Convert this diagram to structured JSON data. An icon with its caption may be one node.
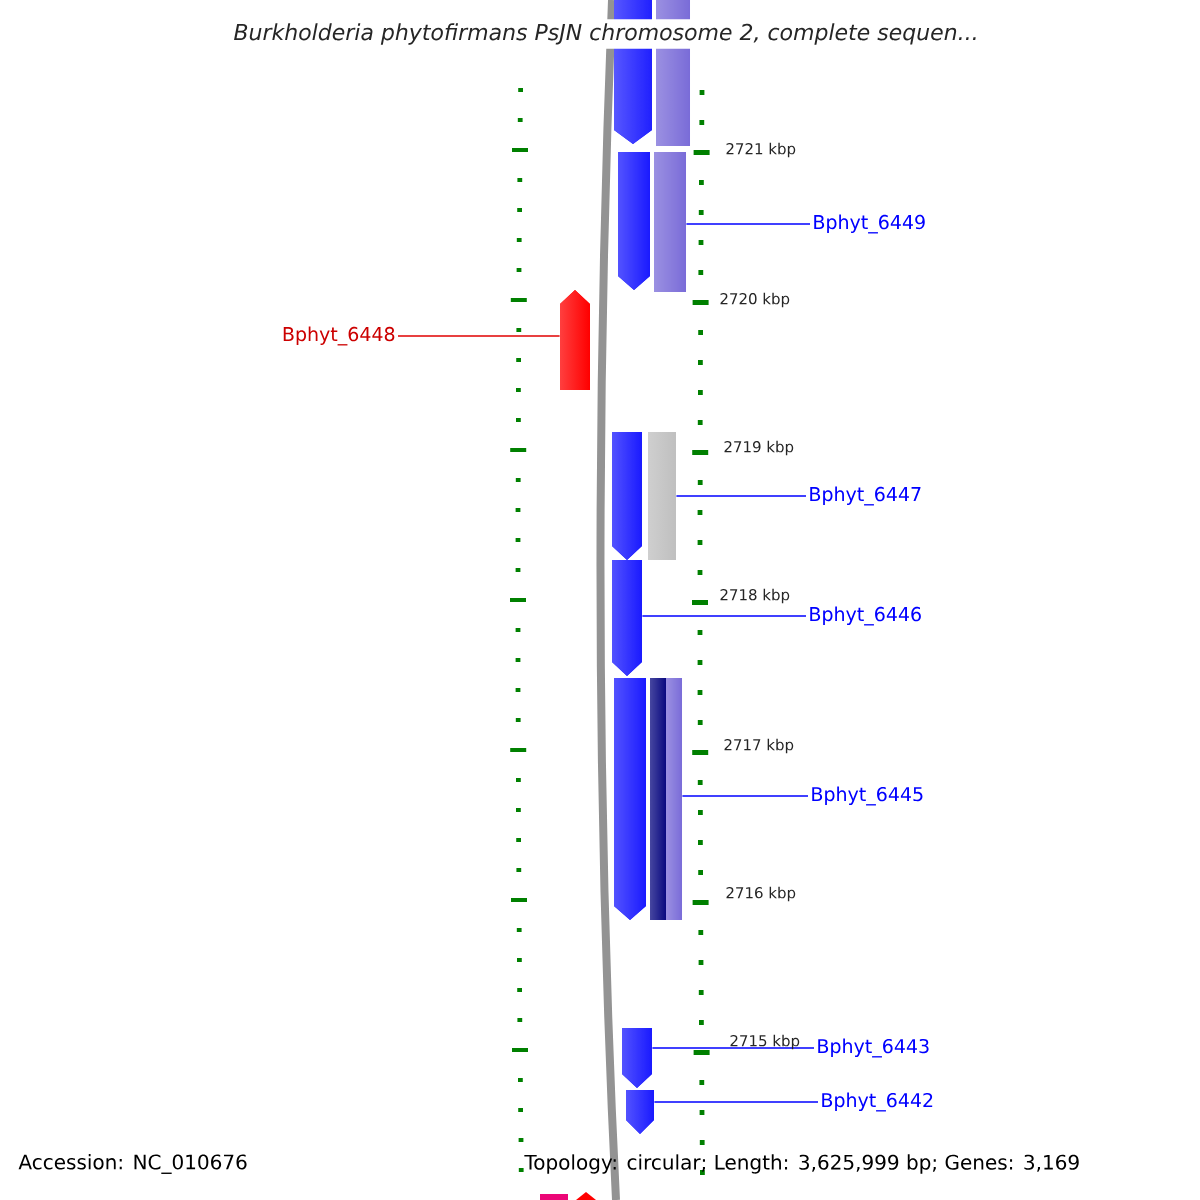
{
  "diagram": {
    "title": "Burkholderia phytofirmans PsJN chromosome 2, complete sequen...",
    "nodes": [
      {
        "text": [
          "Bphyt_6449"
        ]
      },
      {
        "text": [
          "Bphyt_6448"
        ]
      },
      {
        "text": [
          "Bphyt_6447"
        ]
      },
      {
        "text": [
          "Bphyt_6446"
        ]
      },
      {
        "text": [
          "Bphyt_6445"
        ]
      },
      {
        "text": [
          "Bphyt_6443"
        ]
      },
      {
        "text": [
          "Bphyt_6442"
        ]
      },
      {
        "text": [],
        "shape": "pentagon"
      },
      {
        "text": [],
        "shape": "bar"
      },
      {
        "text": [],
        "shape": "pentagon"
      },
      {
        "text": [],
        "shape": "bar"
      },
      {
        "text": [],
        "shape": "pentagon"
      },
      {
        "text": [],
        "shape": "pentagon"
      },
      {
        "text": [],
        "shape": "bar"
      },
      {
        "text": [],
        "shape": "pentagon"
      },
      {
        "text": [],
        "shape": "pentagon"
      },
      {
        "text": [],
        "shape": "bar"
      },
      {
        "text": [],
        "shape": "bar"
      },
      {
        "text": [],
        "shape": "pentagon"
      },
      {
        "text": [],
        "shape": "pentagon"
      }
    ],
    "edges": [
      {
        "from": 0,
        "to": 10,
        "arrow": "none"
      },
      {
        "from": 1,
        "to": 11,
        "arrow": "none",
        "color": "#e00000"
      },
      {
        "from": 2,
        "to": 13,
        "arrow": "none"
      },
      {
        "from": 3,
        "to": 14,
        "arrow": "none"
      },
      {
        "from": 4,
        "to": 17,
        "arrow": "none"
      },
      {
        "from": 5,
        "to": 18,
        "arrow": "none"
      },
      {
        "from": 6,
        "to": 19,
        "arrow": "none"
      }
    ],
    "labels": [
      "2721 kbp",
      "2720 kbp",
      "2719 kbp",
      "2718 kbp",
      "2717 kbp",
      "2716 kbp",
      "2715 kbp",
      "Accession: NC_010676",
      "Topology: circular; Length: 3,625,999 bp; Genes: 3,169"
    ]
  }
}
